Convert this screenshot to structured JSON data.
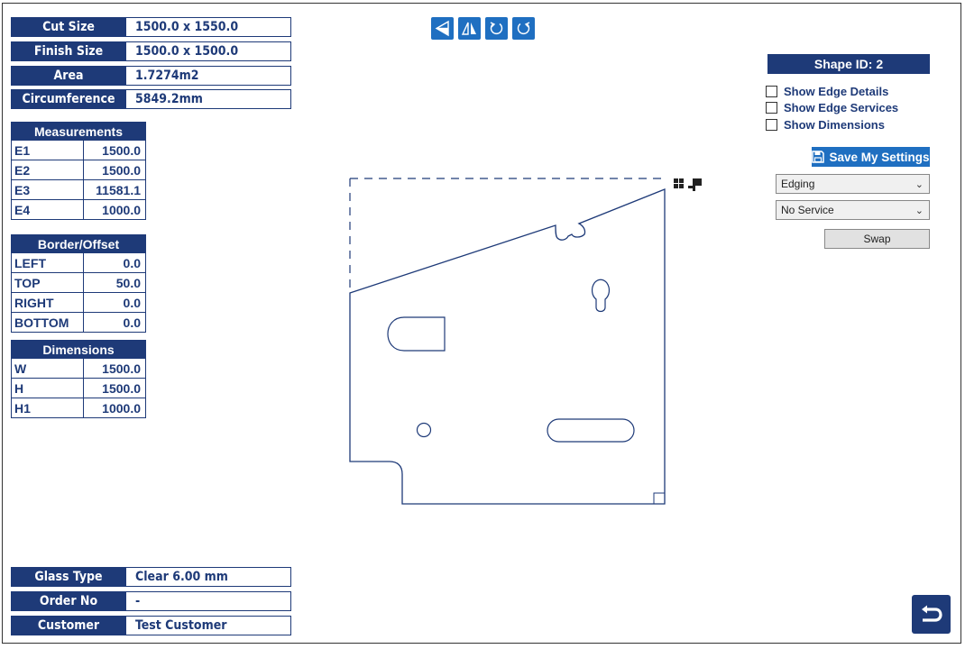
{
  "info": {
    "cut_size": {
      "label": "Cut Size",
      "value": "1500.0 x 1550.0"
    },
    "finish_size": {
      "label": "Finish Size",
      "value": "1500.0 x 1500.0"
    },
    "area": {
      "label": "Area",
      "value": "1.7274m2"
    },
    "circumference": {
      "label": "Circumference",
      "value": "5849.2mm"
    }
  },
  "measurements": {
    "title": "Measurements",
    "rows": [
      {
        "key": "E1",
        "value": "1500.0"
      },
      {
        "key": "E2",
        "value": "1500.0"
      },
      {
        "key": "E3",
        "value": "11581.1"
      },
      {
        "key": "E4",
        "value": "1000.0"
      }
    ]
  },
  "border_offset": {
    "title": "Border/Offset",
    "rows": [
      {
        "key": "LEFT",
        "value": "0.0"
      },
      {
        "key": "TOP",
        "value": "50.0"
      },
      {
        "key": "RIGHT",
        "value": "0.0"
      },
      {
        "key": "BOTTOM",
        "value": "0.0"
      }
    ]
  },
  "dimensions": {
    "title": "Dimensions",
    "rows": [
      {
        "key": "W",
        "value": "1500.0"
      },
      {
        "key": "H",
        "value": "1500.0"
      },
      {
        "key": "H1",
        "value": "1000.0"
      }
    ]
  },
  "order": {
    "glass_type": {
      "label": "Glass Type",
      "value": "Clear 6.00 mm"
    },
    "order_no": {
      "label": "Order No",
      "value": "-"
    },
    "customer": {
      "label": "Customer",
      "value": "Test Customer"
    }
  },
  "toolbar": {
    "icons": [
      "flip-horizontal-icon",
      "mirror-vertical-icon",
      "rotate-left-icon",
      "rotate-right-icon"
    ]
  },
  "settings": {
    "shape_id": "Shape ID: 2",
    "show_edge_details": "Show Edge Details",
    "show_edge_services": "Show Edge Services",
    "show_dimensions": "Show Dimensions",
    "save_label": "Save My Settings",
    "edging_select": "Edging",
    "service_select": "No Service",
    "swap_label": "Swap"
  },
  "colors": {
    "navy": "#1e3a78",
    "accent_blue": "#1f6fc1"
  }
}
